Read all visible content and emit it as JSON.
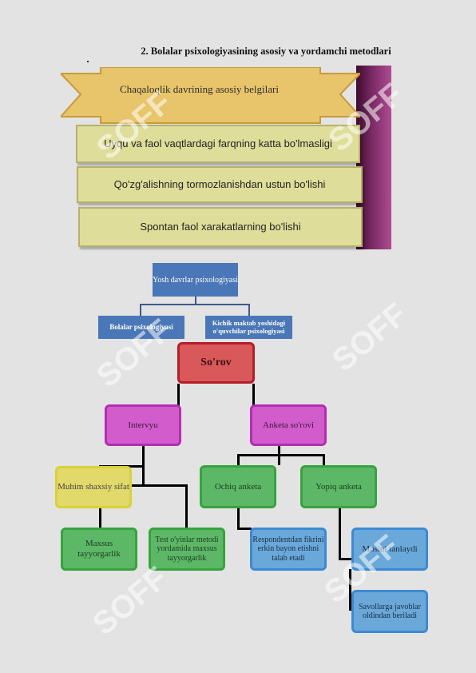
{
  "heading": "2. Bolalar psixologiyasining asosiy va yordamchi metodlari",
  "infographic": {
    "banner": "Chaqaloqlik davrining asosiy belgilari",
    "items": [
      "Uyqu va faol vaqtlardagi farqning katta bo'lmasligi",
      "Qo'zg'alishning tormozlanishdan ustun bo'lishi",
      "Spontan faol xarakatlarning bo'lishi"
    ]
  },
  "hierarchy": {
    "root": "Yosh davrlar psixologiyasi",
    "left": "Bolalar psixologiyasi",
    "right": "Kichik maktab yoshidagi o'quvchilar psixologiyasi"
  },
  "flow": {
    "root": "So'rov",
    "interview": "Intervyu",
    "questionnaire": "Anketa so'rovi",
    "important": "Muhim shaxsiy sifat",
    "special": "Maxsus tayyorgarlik",
    "test": "Test o'yinlar metodi yordamida maxsus tayyorgarlik",
    "open": "Ochiq anketa",
    "closed": "Yopiq anketa",
    "respondent": "Respondentdan fikrini erkin bayon etishni talab etadi",
    "mosini": "Mosini tanlaydi",
    "answers": "Savollarga javoblar oldindan beriladi"
  },
  "watermark": "SOFF",
  "colors": {
    "red": "#d9585a",
    "magenta": "#d35ccc",
    "yellow": "#e1d96a",
    "green": "#5cb867",
    "blue": "#6aa8d9",
    "header_blue": "#4a77b8"
  }
}
